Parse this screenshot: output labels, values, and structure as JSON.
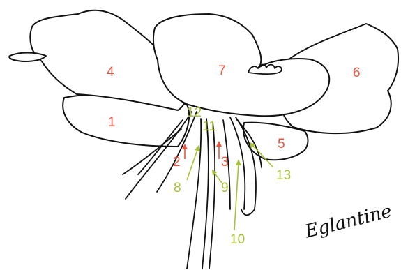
{
  "title": "Eglantine",
  "colors": {
    "petal_label": "#e8553e",
    "part_label": "#a6c23a",
    "ink": "#111111",
    "background": "#ffffff"
  },
  "labels": [
    {
      "id": "1",
      "text": "1",
      "kind": "petal"
    },
    {
      "id": "2",
      "text": "2",
      "kind": "petal"
    },
    {
      "id": "3",
      "text": "3",
      "kind": "petal"
    },
    {
      "id": "4",
      "text": "4",
      "kind": "petal"
    },
    {
      "id": "5",
      "text": "5",
      "kind": "petal"
    },
    {
      "id": "6",
      "text": "6",
      "kind": "petal"
    },
    {
      "id": "7",
      "text": "7",
      "kind": "petal"
    },
    {
      "id": "8",
      "text": "8",
      "kind": "part"
    },
    {
      "id": "9",
      "text": "9",
      "kind": "part"
    },
    {
      "id": "10",
      "text": "10",
      "kind": "part"
    },
    {
      "id": "11",
      "text": "11",
      "kind": "part"
    },
    {
      "id": "12",
      "text": "12",
      "kind": "part"
    },
    {
      "id": "13",
      "text": "13",
      "kind": "part"
    }
  ]
}
